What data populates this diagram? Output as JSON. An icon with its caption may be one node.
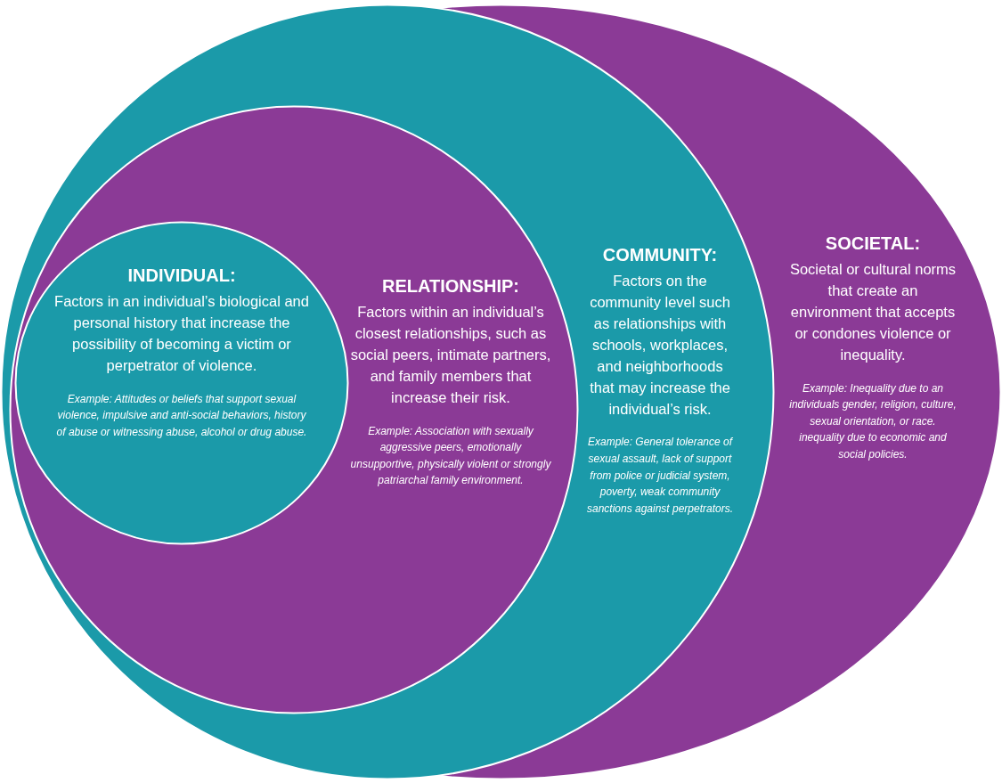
{
  "diagram": {
    "nodes": [
      {
        "text": [
          "SOCIETAL:",
          "Societal or cultural norms that create an environment that accepts or condones violence or inequality.",
          "Example: Inequality due to an individuals gender, religion, culture, sexual orientation, or race. inequality due to economic and social policies."
        ]
      },
      {
        "text": [
          "COMMUNITY:",
          "Factors on the community level such as relationships with schools, workplaces, and neighborhoods that may increase the individual’s risk.",
          "Example: General tolerance of sexual assault, lack of support from police or judicial system, poverty, weak community sanctions against perpetrators."
        ],
        "in": 0
      },
      {
        "text": [
          "RELATIONSHIP:",
          "Factors within an individual’s closest relationships, such as social peers, intimate partners, and family members that increase their risk.",
          "Example: Association with sexually aggressive peers, emotionally unsupportive, physically violent or strongly patriarchal family environment."
        ],
        "in": 1
      },
      {
        "text": [
          "INDIVIDUAL:",
          "Factors in an individual’s biological and personal history that increase the possibility of becoming a victim or perpetrator of violence.",
          "Example: Attitudes or beliefs that support sexual violence, impulsive and anti-social behaviors, history of abuse or witnessing abuse, alcohol or drug abuse."
        ],
        "in": 2
      }
    ]
  }
}
